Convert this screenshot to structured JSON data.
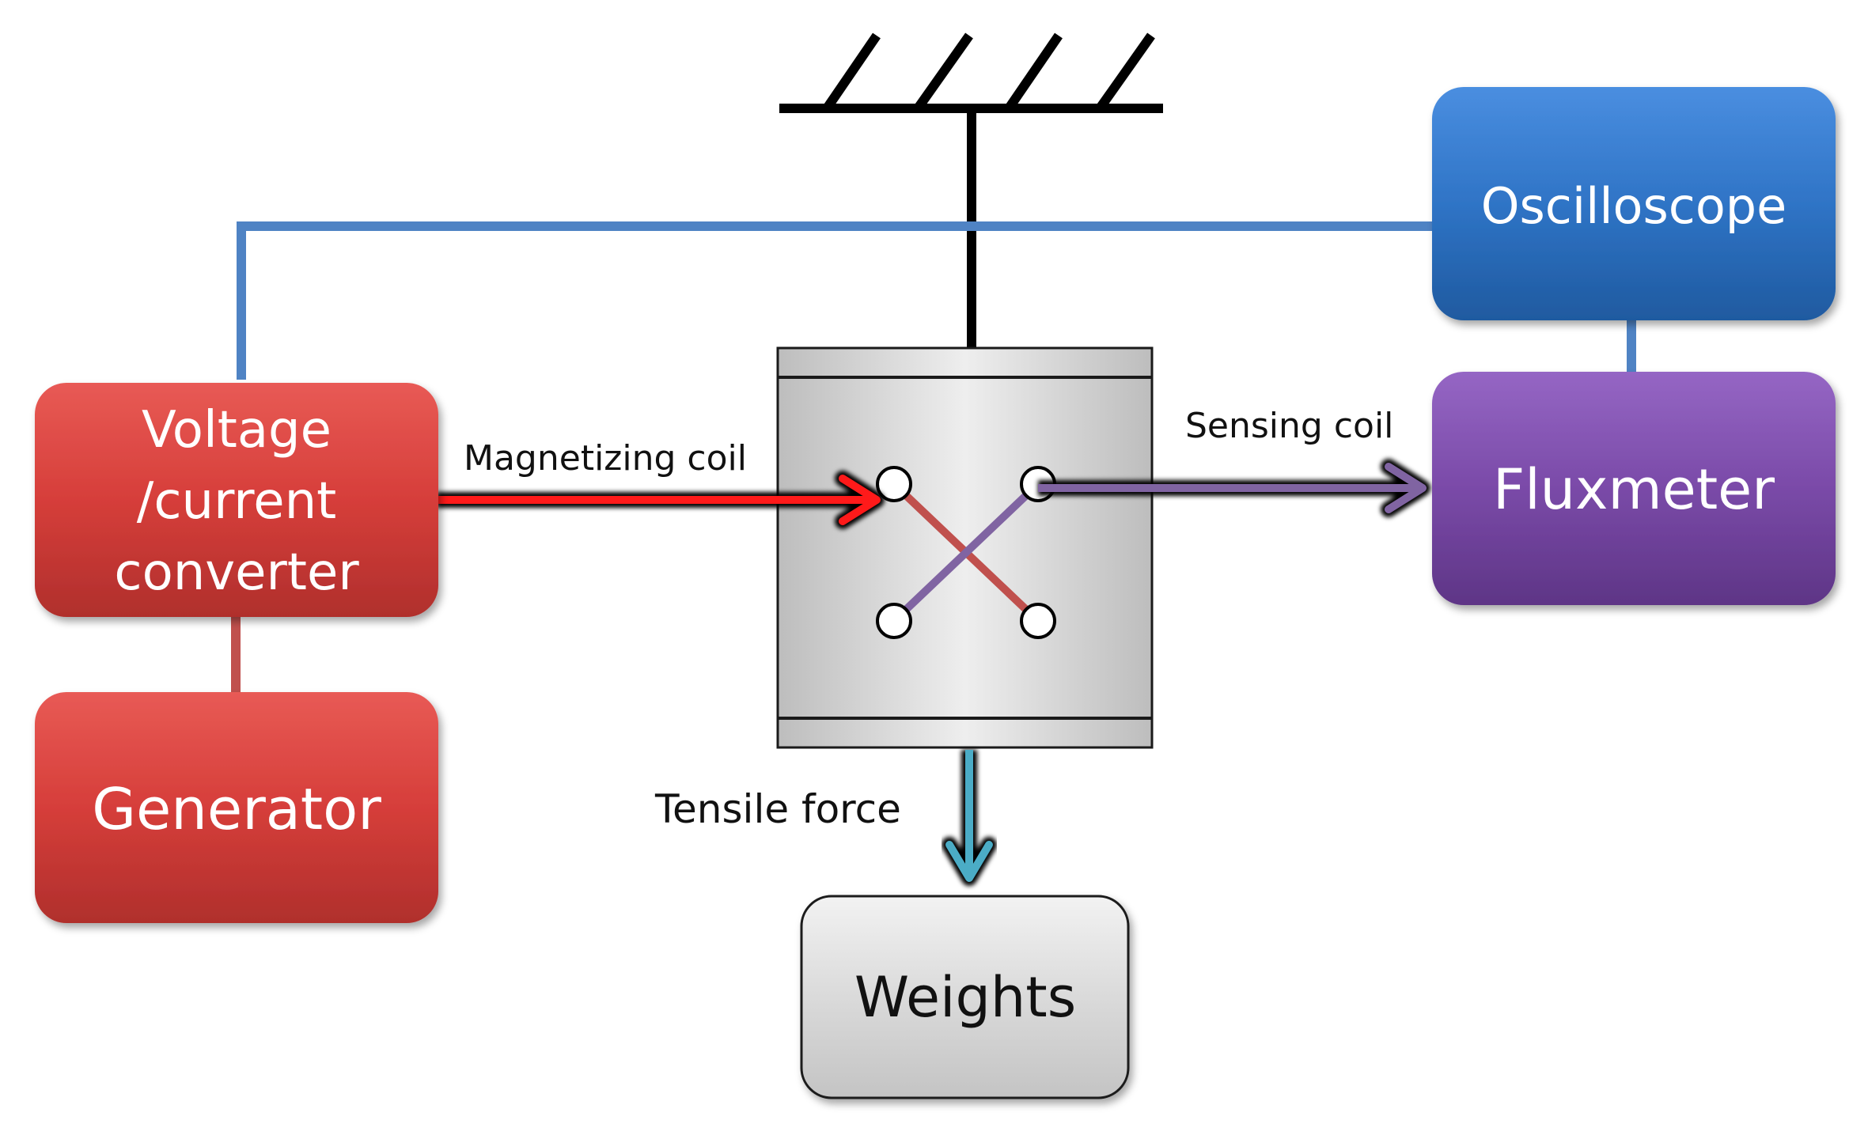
{
  "nodes": {
    "converter": {
      "lines": [
        "Voltage",
        "/current",
        "converter"
      ]
    },
    "generator": {
      "label": "Generator"
    },
    "oscilloscope": {
      "label": "Oscilloscope"
    },
    "fluxmeter": {
      "label": "Fluxmeter"
    },
    "weights": {
      "label": "Weights"
    }
  },
  "edges": {
    "magnetizing": {
      "label": "Magnetizing coil"
    },
    "sensing": {
      "label": "Sensing coil"
    },
    "tensile": {
      "label": "Tensile force"
    }
  },
  "colors": {
    "red_box": "#d9403d",
    "blue_box": "#2f74c6",
    "purple_box": "#7a4aa8",
    "gray_box": "#dcdcdc",
    "blue_line": "#4f83c4",
    "red_line": "#c0504d",
    "purple_line": "#8064a2",
    "cyan_arrow": "#4bacc6",
    "arrow_red": "#ff1a1a"
  }
}
